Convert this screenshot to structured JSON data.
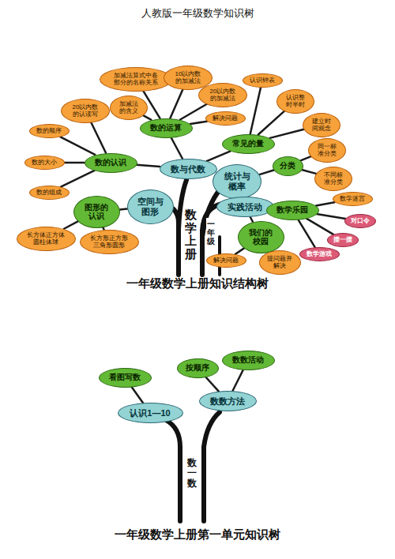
{
  "diagram": {
    "title": "人教版一年级数学知识树",
    "nodes": [
      {
        "text": [
          "加减法算式中各部分的名称关系"
        ]
      },
      {
        "text": [
          "10以内数的加减法"
        ]
      },
      {
        "text": [
          "认识钟表"
        ]
      },
      {
        "text": [
          "20以内数的认读写"
        ]
      },
      {
        "text": [
          "加减法的含义"
        ]
      },
      {
        "text": [
          "20以内数的加减法"
        ]
      },
      {
        "text": [
          "认识整时半时"
        ]
      },
      {
        "text": [
          "数的运算"
        ]
      },
      {
        "text": [
          "解决问题"
        ]
      },
      {
        "text": [
          "建立时间观念"
        ]
      },
      {
        "text": [
          "数的顺序"
        ]
      },
      {
        "text": [
          "常见的量"
        ]
      },
      {
        "text": [
          "同一标准分类"
        ]
      },
      {
        "text": [
          "数的认识"
        ]
      },
      {
        "text": [
          "数的大小"
        ]
      },
      {
        "text": [
          "分类"
        ]
      },
      {
        "text": [
          "数与代数"
        ]
      },
      {
        "text": [
          "不同标准分类"
        ]
      },
      {
        "text": [
          "统计与概率"
        ]
      },
      {
        "text": [
          "数的组成"
        ]
      },
      {
        "text": [
          "数学迷宫"
        ]
      },
      {
        "text": [
          "实践活动"
        ]
      },
      {
        "text": [
          "空间与图形"
        ]
      },
      {
        "text": [
          "图形的认识"
        ]
      },
      {
        "text": [
          "数学乐园"
        ]
      },
      {
        "text": [
          "对口令"
        ]
      },
      {
        "text": [
          "长方体正方体圆柱体球"
        ]
      },
      {
        "text": [
          "长方形正方形三角形圆形"
        ]
      },
      {
        "text": [
          "我们的校园"
        ]
      },
      {
        "text": [
          "摆一摆"
        ]
      },
      {
        "text": [
          "数学游戏"
        ]
      },
      {
        "text": [
          "解决问题"
        ]
      },
      {
        "text": [
          "提问题并解决"
        ]
      },
      {
        "text": [
          "数数活动"
        ]
      },
      {
        "text": [
          "按顺序"
        ]
      },
      {
        "text": [
          "看图写数"
        ]
      },
      {
        "text": [
          "数数方法"
        ]
      },
      {
        "text": [
          "认识1—10"
        ]
      }
    ],
    "edges": [
      {
        "from": 16,
        "to": 7,
        "arrow": "none"
      },
      {
        "from": 16,
        "to": 13,
        "arrow": "none"
      },
      {
        "from": 16,
        "to": 11,
        "arrow": "none"
      },
      {
        "from": 7,
        "to": 0,
        "arrow": "none"
      },
      {
        "from": 7,
        "to": 1,
        "arrow": "none"
      },
      {
        "from": 7,
        "to": 4,
        "arrow": "none"
      },
      {
        "from": 7,
        "to": 5,
        "arrow": "none"
      },
      {
        "from": 7,
        "to": 8,
        "arrow": "none"
      },
      {
        "from": 13,
        "to": 3,
        "arrow": "none"
      },
      {
        "from": 13,
        "to": 10,
        "arrow": "none"
      },
      {
        "from": 13,
        "to": 14,
        "arrow": "none"
      },
      {
        "from": 13,
        "to": 19,
        "arrow": "none"
      },
      {
        "from": 11,
        "to": 2,
        "arrow": "none"
      },
      {
        "from": 11,
        "to": 6,
        "arrow": "none"
      },
      {
        "from": 11,
        "to": 9,
        "arrow": "none"
      },
      {
        "from": 18,
        "to": 15,
        "arrow": "none"
      },
      {
        "from": 15,
        "to": 12,
        "arrow": "none"
      },
      {
        "from": 15,
        "to": 17,
        "arrow": "none"
      },
      {
        "from": 21,
        "to": 24,
        "arrow": "none"
      },
      {
        "from": 21,
        "to": 28,
        "arrow": "none"
      },
      {
        "from": 24,
        "to": 20,
        "arrow": "none"
      },
      {
        "from": 24,
        "to": 25,
        "arrow": "none"
      },
      {
        "from": 24,
        "to": 29,
        "arrow": "none"
      },
      {
        "from": 24,
        "to": 30,
        "arrow": "none"
      },
      {
        "from": 28,
        "to": 31,
        "arrow": "none"
      },
      {
        "from": 28,
        "to": 32,
        "arrow": "none"
      },
      {
        "from": 22,
        "to": 23,
        "arrow": "none"
      },
      {
        "from": 23,
        "to": 26,
        "arrow": "none"
      },
      {
        "from": 23,
        "to": 27,
        "arrow": "none"
      },
      {
        "from": 37,
        "to": 35,
        "arrow": "none"
      },
      {
        "from": 36,
        "to": 34,
        "arrow": "none"
      },
      {
        "from": 36,
        "to": 33,
        "arrow": "none"
      }
    ],
    "labels": [
      "数学上册",
      "一年级",
      "一年级数学上册知识结构树",
      "数一数",
      "一年级数学上册第一单元知识树"
    ]
  }
}
